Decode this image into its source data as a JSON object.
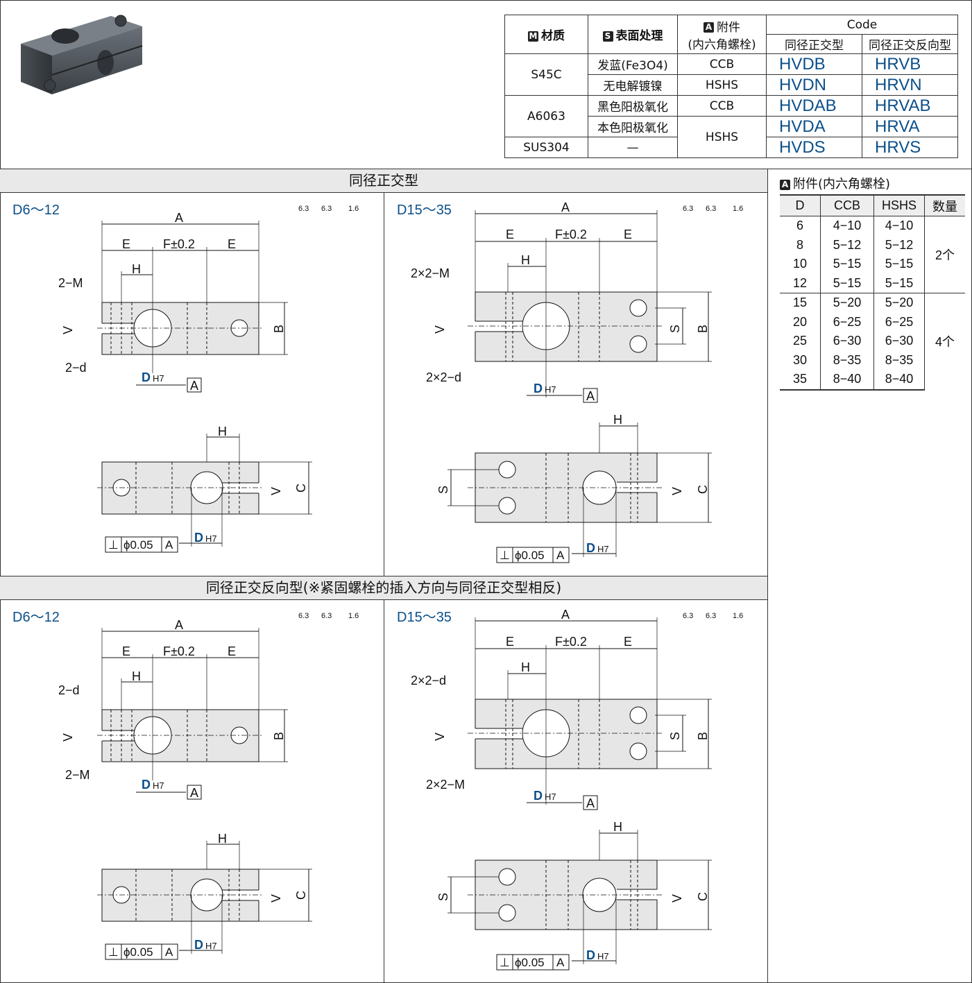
{
  "code_table": {
    "headers": {
      "material": "材质",
      "material_tag": "M",
      "surface": "表面处理",
      "surface_tag": "S",
      "accessory": "附件",
      "accessory_tag": "A",
      "accessory_sub": "(内六角螺栓)",
      "code": "Code",
      "type1": "同径正交型",
      "type2": "同径正交反向型"
    },
    "rows": [
      {
        "material": "S45C",
        "surface": "发蓝(Fe3O4)",
        "accessory": "CCB",
        "code1": "HVDB",
        "code2": "HRVB"
      },
      {
        "material": "",
        "surface": "无电解镀镍",
        "accessory": "HSHS",
        "code1": "HVDN",
        "code2": "HRVN"
      },
      {
        "material": "A6063",
        "surface": "黑色阳极氧化",
        "accessory": "CCB",
        "code1": "HVDAB",
        "code2": "HRVAB"
      },
      {
        "material": "",
        "surface": "本色阳极氧化",
        "accessory": "HSHS",
        "code1": "HVDA",
        "code2": "HRVA"
      },
      {
        "material": "SUS304",
        "surface": "—",
        "accessory": "",
        "code1": "HVDS",
        "code2": "HRVS"
      }
    ]
  },
  "sections": {
    "type1_title": "同径正交型",
    "type2_title": "同径正交反向型(※紧固螺栓的插入方向与同径正交型相反)"
  },
  "drawings": {
    "small_label": "D6～12",
    "large_label": "D15～35",
    "dims": {
      "A": "A",
      "E": "E",
      "F": "F±0.2",
      "H": "H",
      "B": "B",
      "C": "C",
      "S": "S",
      "V": "V",
      "D": "D",
      "DH7": "H7",
      "datum": "A",
      "two_M": "2−M",
      "two_d": "2−d",
      "two_two_M": "2×2−M",
      "two_two_d": "2×2−d",
      "perp_sym": "⊥",
      "perp_tol": "ϕ0.05",
      "perp_ref": "A",
      "rough63": "6.3",
      "rough16": "1.6"
    }
  },
  "bolt_table": {
    "tag": "A",
    "title": "附件(内六角螺栓)",
    "headers": [
      "D",
      "CCB",
      "HSHS",
      "数量"
    ],
    "rows": [
      [
        "6",
        "4−10",
        "4−10"
      ],
      [
        "8",
        "5−12",
        "5−12"
      ],
      [
        "10",
        "5−15",
        "5−15"
      ],
      [
        "12",
        "5−15",
        "5−15"
      ],
      [
        "15",
        "5−20",
        "5−20"
      ],
      [
        "20",
        "6−25",
        "6−25"
      ],
      [
        "25",
        "6−30",
        "6−30"
      ],
      [
        "30",
        "8−35",
        "8−35"
      ],
      [
        "35",
        "8−40",
        "8−40"
      ]
    ],
    "qty_small": "2个",
    "qty_large": "4个"
  },
  "colors": {
    "code_blue": "#0b4f8a",
    "part_gray": "#e6e6e6",
    "header_gray": "#e9e9e9"
  }
}
